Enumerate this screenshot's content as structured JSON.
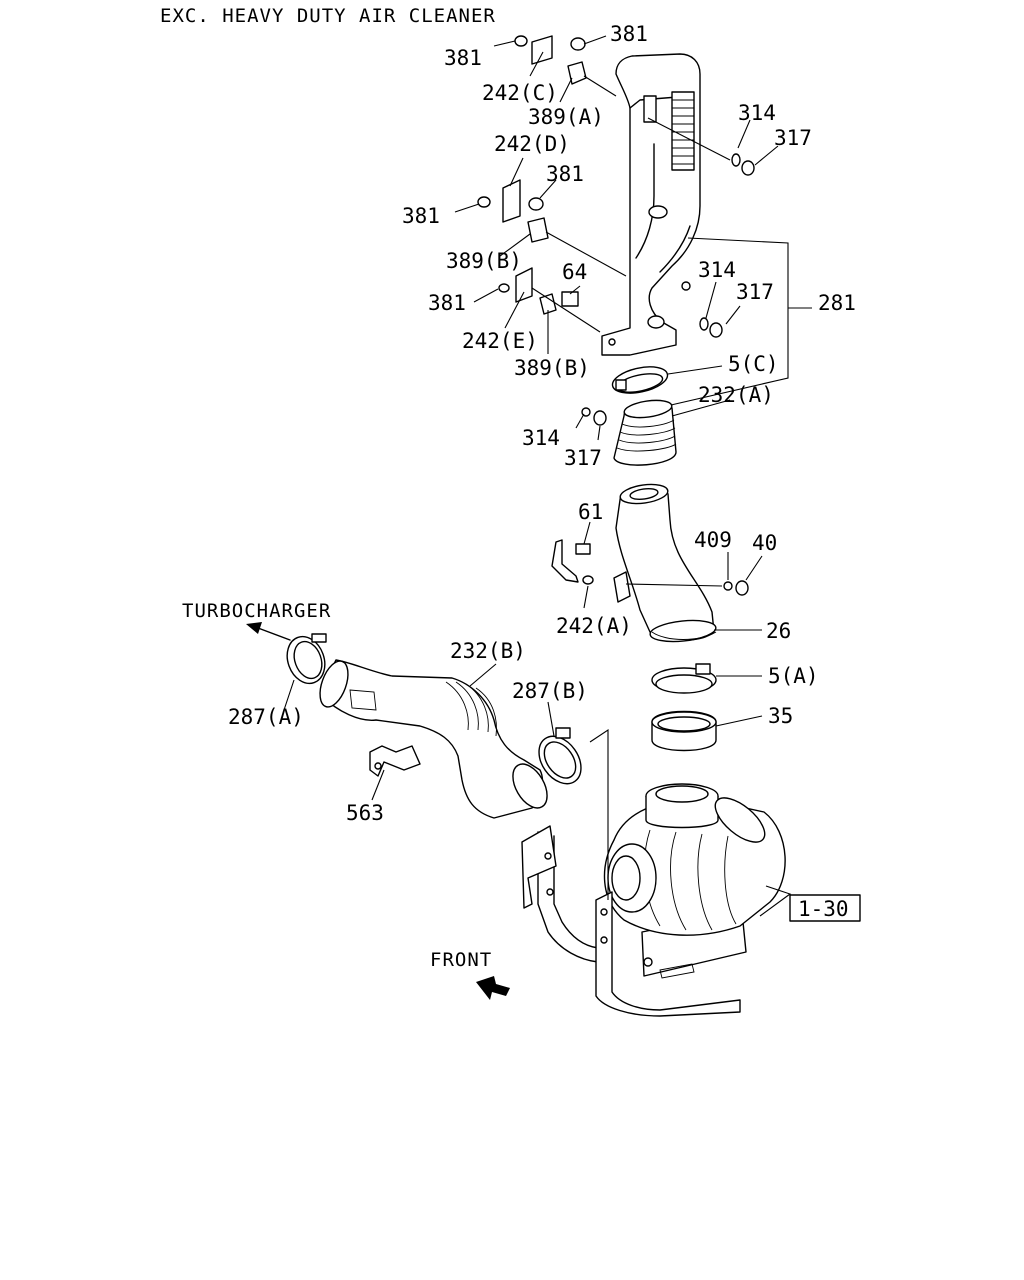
{
  "title": "EXC. HEAVY DUTY AIR CLEANER",
  "direction_labels": {
    "turbocharger": "TURBOCHARGER",
    "front": "FRONT"
  },
  "reference_box": "1-30",
  "callouts": [
    "381",
    "381",
    "242(C)",
    "389(A)",
    "314",
    "317",
    "242(D)",
    "381",
    "381",
    "389(B)",
    "64",
    "314",
    "317",
    "281",
    "381",
    "242(E)",
    "389(B)",
    "5(C)",
    "232(A)",
    "314",
    "317",
    "61",
    "409",
    "40",
    "242(A)",
    "26",
    "232(B)",
    "287(B)",
    "5(A)",
    "287(A)",
    "35",
    "563"
  ]
}
